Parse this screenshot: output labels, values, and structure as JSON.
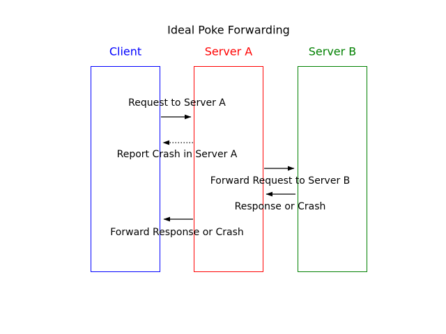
{
  "title": "Ideal Poke Forwarding",
  "actors": [
    {
      "label": "Client",
      "color": "#0000ff"
    },
    {
      "label": "Server A",
      "color": "#ff0000"
    },
    {
      "label": "Server B",
      "color": "#008000"
    }
  ],
  "messages": [
    {
      "label": "Request to Server A",
      "from": "Client",
      "to": "Server A",
      "direction": "right",
      "line_style": "solid"
    },
    {
      "label": "Report Crash in Server A",
      "from": "Server A",
      "to": "Client",
      "direction": "left",
      "line_style": "dotted"
    },
    {
      "label": "Forward Request to Server B",
      "from": "Server A",
      "to": "Server B",
      "direction": "right",
      "line_style": "solid"
    },
    {
      "label": "Response or Crash",
      "from": "Server B",
      "to": "Server A",
      "direction": "left",
      "line_style": "solid"
    },
    {
      "label": "Forward Response or Crash",
      "from": "Server A",
      "to": "Client",
      "direction": "left",
      "line_style": "solid"
    }
  ],
  "colors": {
    "background": "#ffffff",
    "title_text": "#000000",
    "message_text": "#000000",
    "arrow": "#000000"
  }
}
